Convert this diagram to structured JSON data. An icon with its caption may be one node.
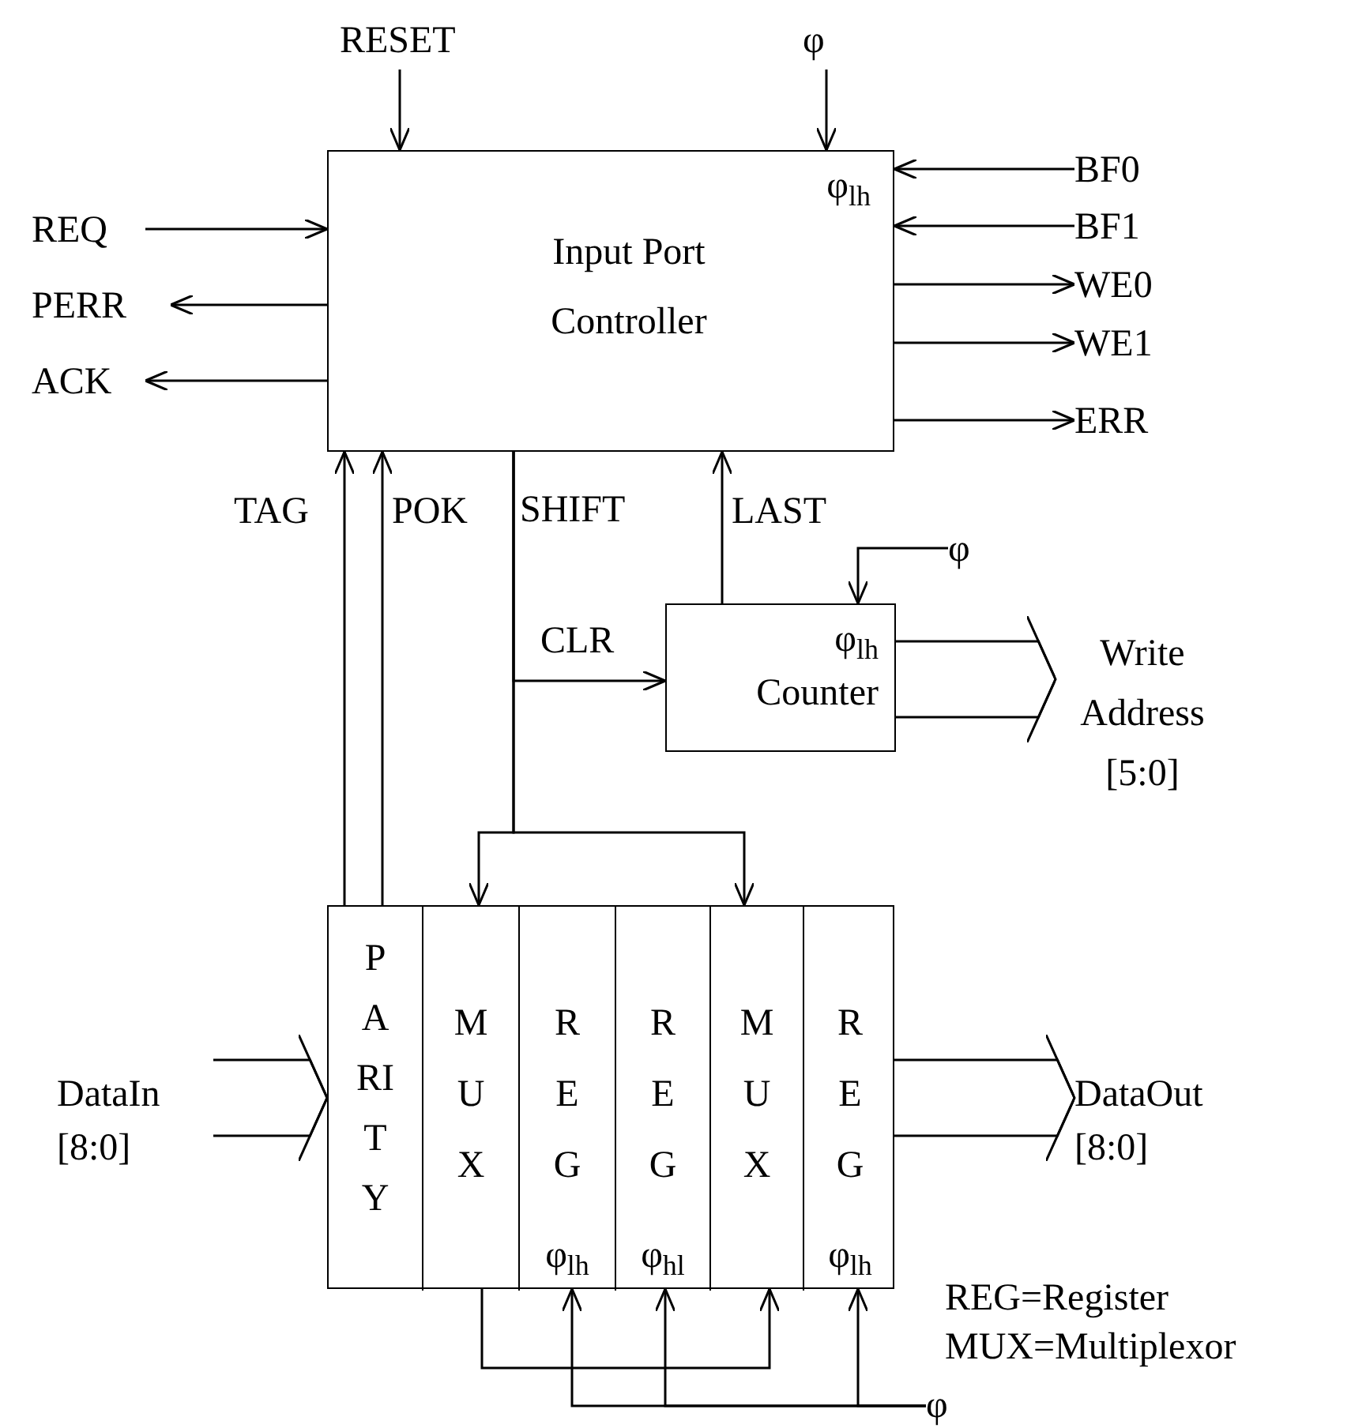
{
  "diagram": {
    "nodes": [
      {
        "text": [
          "Input Port Controller",
          "φ$_{lh}$"
        ]
      },
      {
        "text": [
          "RESET"
        ]
      },
      {
        "text": [
          "φ"
        ]
      },
      {
        "text": [
          "REQ"
        ]
      },
      {
        "text": [
          "PERR"
        ]
      },
      {
        "text": [
          "ACK"
        ]
      },
      {
        "text": [
          "BF0"
        ]
      },
      {
        "text": [
          "BF1"
        ]
      },
      {
        "text": [
          "WE0"
        ]
      },
      {
        "text": [
          "WE1"
        ]
      },
      {
        "text": [
          "ERR"
        ]
      },
      {
        "text": [
          "φ$_{lh}$",
          "Counter"
        ]
      },
      {
        "text": [
          "φ"
        ]
      },
      {
        "text": [
          "Write Address [5:0]"
        ]
      },
      {
        "text": [],
        "shape": "box"
      },
      {
        "text": [
          "PARITY"
        ],
        "in": 14
      },
      {
        "text": [
          "MUX"
        ],
        "in": 14
      },
      {
        "text": [
          "REG",
          "φ$_{lh}$"
        ],
        "in": 14
      },
      {
        "text": [
          "REG",
          "φ$_{hl}$"
        ],
        "in": 14
      },
      {
        "text": [
          "MUX"
        ],
        "in": 14
      },
      {
        "text": [
          "REG",
          "φ$_{lh}$"
        ],
        "in": 14
      },
      {
        "text": [
          "DataIn [8:0]"
        ]
      },
      {
        "text": [
          "DataOut [8:0]"
        ]
      },
      {
        "text": [
          "φ"
        ]
      }
    ],
    "edges": [
      {
        "from": 1,
        "to": 0,
        "arrow": "to"
      },
      {
        "from": 2,
        "to": 0,
        "arrow": "to"
      },
      {
        "from": 3,
        "to": 0,
        "arrow": "to"
      },
      {
        "from": 0,
        "to": 4,
        "arrow": "to"
      },
      {
        "from": 0,
        "to": 5,
        "arrow": "to"
      },
      {
        "from": 6,
        "to": 0,
        "arrow": "to"
      },
      {
        "from": 7,
        "to": 0,
        "arrow": "to"
      },
      {
        "from": 0,
        "to": 8,
        "arrow": "to"
      },
      {
        "from": 0,
        "to": 9,
        "arrow": "to"
      },
      {
        "from": 0,
        "to": 10,
        "arrow": "to"
      },
      {
        "from": 15,
        "to": 0,
        "arrow": "to",
        "label": "TAG"
      },
      {
        "from": 15,
        "to": 0,
        "arrow": "to",
        "label": "POK"
      },
      {
        "from": 0,
        "to": 16,
        "arrow": "to"
      },
      {
        "from": 0,
        "to": 19,
        "arrow": "to"
      },
      {
        "from": 0,
        "to": 11,
        "arrow": "to",
        "label": "CLR"
      },
      {
        "from": 11,
        "to": 0,
        "arrow": "to",
        "label": "LAST"
      },
      {
        "from": 12,
        "to": 11,
        "arrow": "to"
      },
      {
        "from": 11,
        "to": 13,
        "arrow": "to"
      },
      {
        "from": 21,
        "to": 15,
        "arrow": "to"
      },
      {
        "from": 20,
        "to": 22,
        "arrow": "to"
      },
      {
        "from": 16,
        "to": 19,
        "arrow": "to"
      },
      {
        "from": 23,
        "to": 17,
        "arrow": "to"
      },
      {
        "from": 23,
        "to": 18,
        "arrow": "to"
      },
      {
        "from": 23,
        "to": 20,
        "arrow": "to"
      }
    ],
    "labels": [
      "SHIFT",
      "REG=Register",
      "MUX=Multiplexor"
    ]
  }
}
